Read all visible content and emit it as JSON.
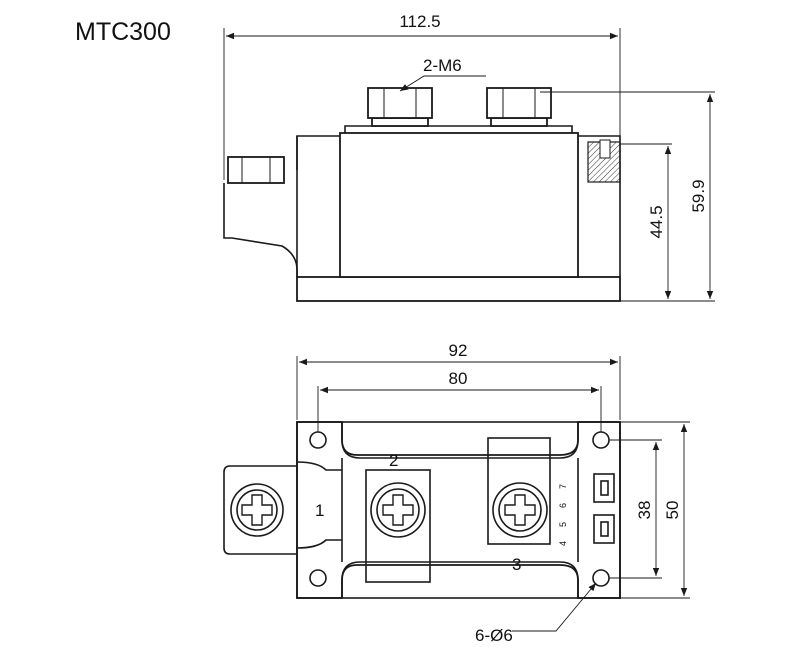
{
  "title": "MTC300",
  "dimensions": {
    "length": "112.5",
    "bolt": "2-M6",
    "height_body": "44.5",
    "height_total": "59.9",
    "width": "92",
    "hole_pitch": "80",
    "hole_pitch_short": "38",
    "depth": "50",
    "holes": "6-Ø6"
  },
  "terminals": {
    "t1": "1",
    "t2": "2",
    "t3": "3"
  },
  "aux_pins": [
    "4",
    "5",
    "6",
    "7"
  ]
}
